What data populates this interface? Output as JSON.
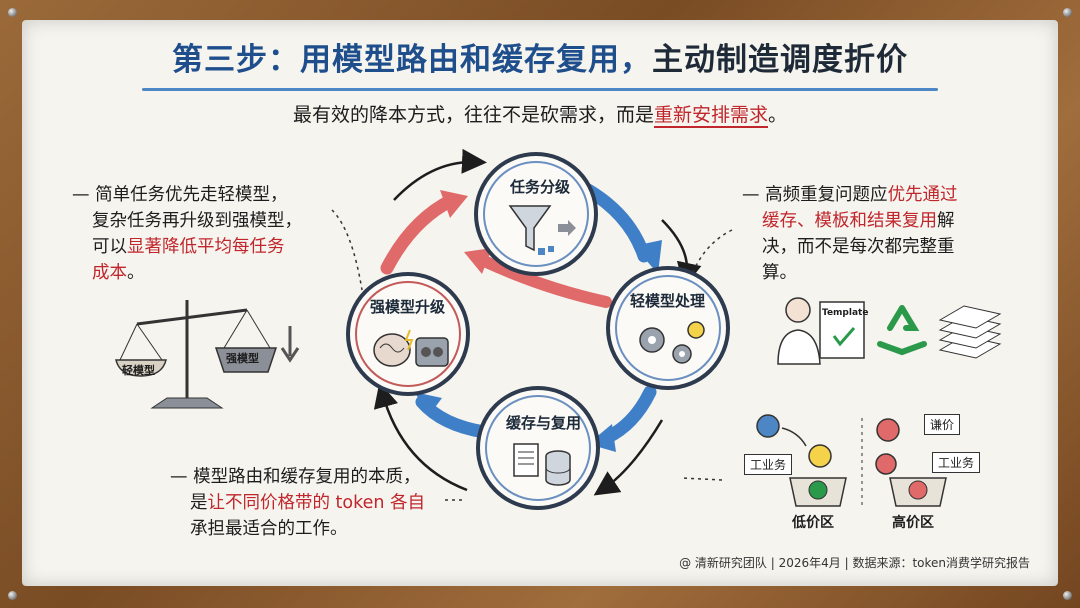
{
  "title": {
    "part1": "第三步：用模型路由和缓存复用，",
    "part2": "主动制造调度折价"
  },
  "subtitle": {
    "prefix": "最有效的降本方式，往往不是砍需求，而是",
    "highlight": "重新安排需求",
    "suffix": "。"
  },
  "left_note": {
    "line1": "— 简单任务优先走轻模型，",
    "line2": "复杂任务再升级到强模型，",
    "line3_prefix": "可以",
    "line3_highlight": "显著降低平均每任务",
    "line4_highlight": "成本",
    "line4_suffix": "。"
  },
  "right_note": {
    "line1": "— 高频重复问题应",
    "line1_highlight": "优先通过",
    "line2_highlight": "缓存、模板和结果复用",
    "line2_suffix": "解",
    "line3": "决，而不是每次都完整重",
    "line4": "算。"
  },
  "bottom_note": {
    "line1": "— 模型路由和缓存复用的本质，",
    "line2_prefix": "是",
    "line2_highlight": "让不同价格带的 token 各自",
    "line3": "承担最适合的工作。"
  },
  "cycle": {
    "top": "任务分级",
    "right": "轻模型处理",
    "bottom": "缓存与复用",
    "left": "强模型升级"
  },
  "scale": {
    "left_pan": "轻模型",
    "right_pan": "强模型"
  },
  "template_doc": "Template",
  "price_zones": {
    "low_label": "低价区",
    "high_label": "高价区",
    "low_tag": "工业务",
    "high_tag": "工业务",
    "price_tag": "谦价"
  },
  "footer": "@ 清新研究团队 | 2026年4月 | 数据来源：token消费学研究报告",
  "colors": {
    "blue": "#1f4e8c",
    "red": "#c0262c",
    "arrow_blue": "#3f7fc8",
    "arrow_red": "#e06a6a"
  }
}
